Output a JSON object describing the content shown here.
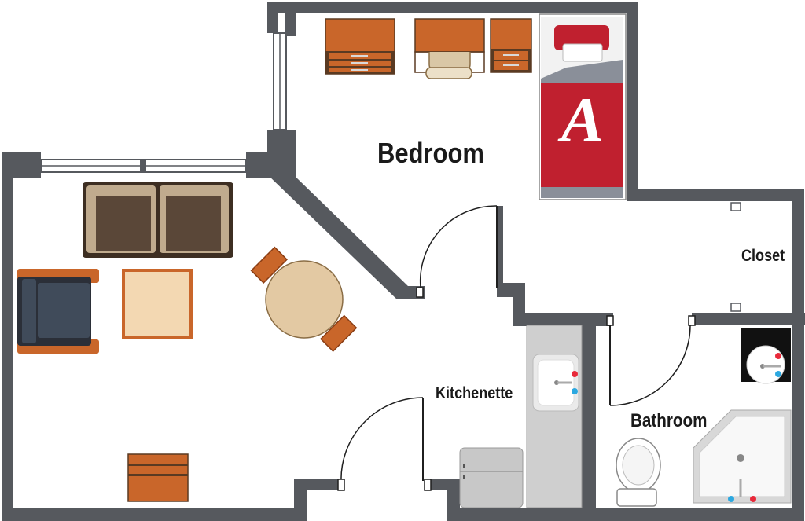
{
  "rooms": {
    "bedroom": "Bedroom",
    "closet": "Closet",
    "kitchenette": "Kitchenette",
    "bathroom": "Bathroom"
  },
  "bed_logo": "A",
  "colors": {
    "wall": "#56595e",
    "floor": "#ffffff",
    "wood": "#c9662a",
    "wood_dark": "#5a3a22",
    "sofa": "#4a3b2e",
    "chair_fabric": "#404b5a",
    "rug": "#f3d8b2",
    "table": "#e3c9a3",
    "bed_red": "#c0202f",
    "counter": "#cfcfcf",
    "sink_black": "#111111",
    "tap_hot": "#e8293a",
    "tap_cold": "#2ca8e0"
  }
}
